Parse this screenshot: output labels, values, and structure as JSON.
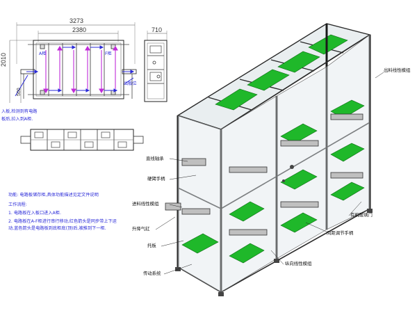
{
  "dimensions": {
    "overall_width": "3273",
    "inner_width": "2380",
    "depth": "710",
    "height": "2010",
    "height_lower": "500"
  },
  "front_view_labels": {
    "a_cabinet": "A柜",
    "f_cabinet": "F柜",
    "board_in_note_line1": "入板,检测到有电路",
    "board_in_note_line2": "板后,拉入到A柜.",
    "board_out": "出板位"
  },
  "description": {
    "function_line": "功能: 电路板储存柜,具体功能描述见定文件说明",
    "process_title": "工作流程:",
    "step1": "1. 电路板在入板口进入A柜.",
    "step2": "2. 电路板在A-F柜进行串行移动,红色箭头是同步带上下运",
    "step3": "动,蓝色箭头是电路板到底柜底(顶)后,被推到下一柜."
  },
  "callouts": {
    "top_right": "出料线性模组",
    "bearing": "直线轴承",
    "pusher": "硬臂手柄",
    "inlet_module": "进料线性模组",
    "lift_cylinder": "升降气缸",
    "pallet": "托板",
    "drive_system": "传动系统",
    "door": "有机玻璃门",
    "spacing": "间距调节手柄",
    "longitudinal_module": "纵向线性模组"
  },
  "colors": {
    "frame": "#2a2a2a",
    "pcb_green": "#1fb82a",
    "dim_line": "#444444",
    "arrow_blue": "#2a2ad8",
    "arrow_magenta": "#c02ad8"
  }
}
